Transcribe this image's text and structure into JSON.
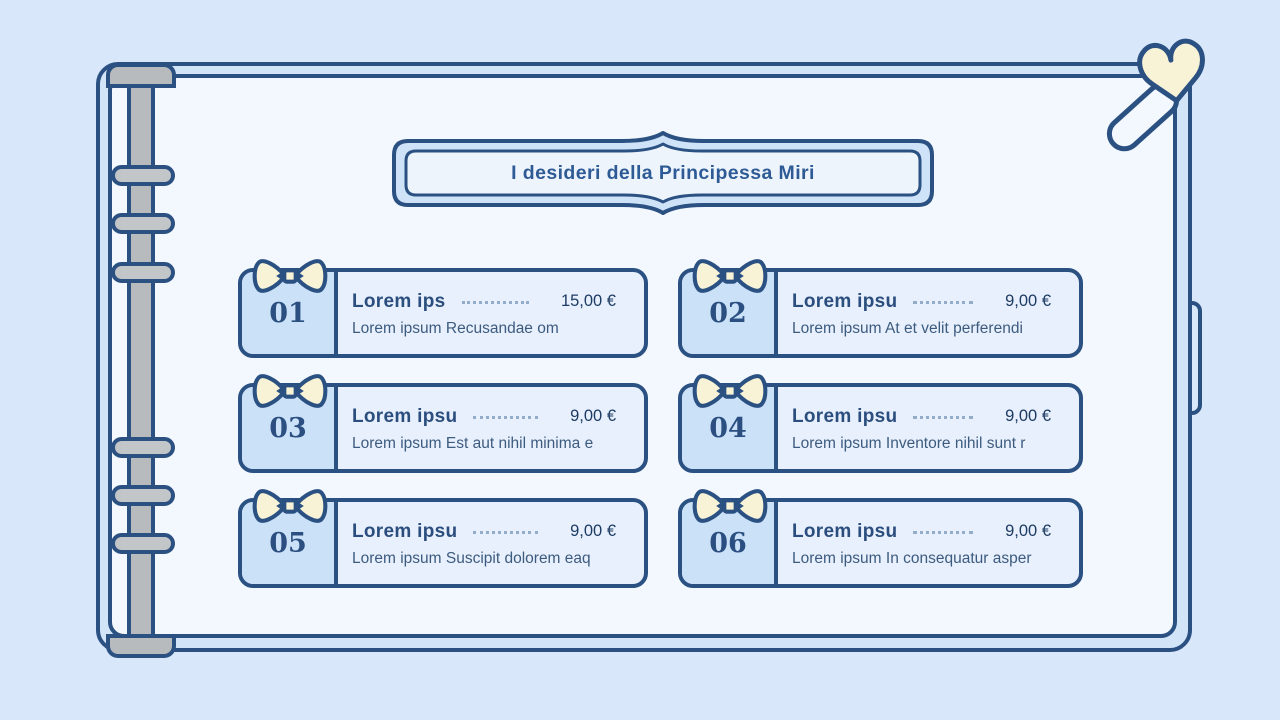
{
  "banner": {
    "title": "I desideri della Principessa Miri"
  },
  "cards": [
    {
      "number": "01",
      "title": "Lorem ips",
      "price": "15,00 €",
      "description": "Lorem ipsum Recusandae om"
    },
    {
      "number": "02",
      "title": "Lorem ipsu",
      "price": "9,00 €",
      "description": "Lorem ipsum At et velit perferendi"
    },
    {
      "number": "03",
      "title": "Lorem ipsu",
      "price": "9,00 €",
      "description": "Lorem ipsum Est aut nihil minima e"
    },
    {
      "number": "04",
      "title": "Lorem ipsu",
      "price": "9,00 €",
      "description": "Lorem ipsum Inventore nihil sunt r"
    },
    {
      "number": "05",
      "title": "Lorem ipsu",
      "price": "9,00 €",
      "description": "Lorem ipsum Suscipit dolorem eaq"
    },
    {
      "number": "06",
      "title": "Lorem ipsu",
      "price": "9,00 €",
      "description": "Lorem ipsum In consequatur asper"
    }
  ],
  "icons": {
    "bow": "bow-icon",
    "heart_pin": "heart-pin-icon",
    "binder_rings": "binder-ring-icon"
  },
  "palette": {
    "background": "#d8e7fa",
    "cover": "#d2e4f8",
    "page": "#f2f8fd",
    "outline": "#2b5183",
    "card_body": "#e7f0fc",
    "number_box": "#cbe1f8",
    "banner_band": "#cfe3f8",
    "banner_inner": "#eef4fc",
    "bow_cream": "#f8f3d6",
    "spine_gray": "#b8bbbe",
    "title_text": "#2e5b95",
    "card_title_text": "#2b4e7e",
    "price_text": "#1e3c63",
    "description_text": "#3d5b7f"
  }
}
